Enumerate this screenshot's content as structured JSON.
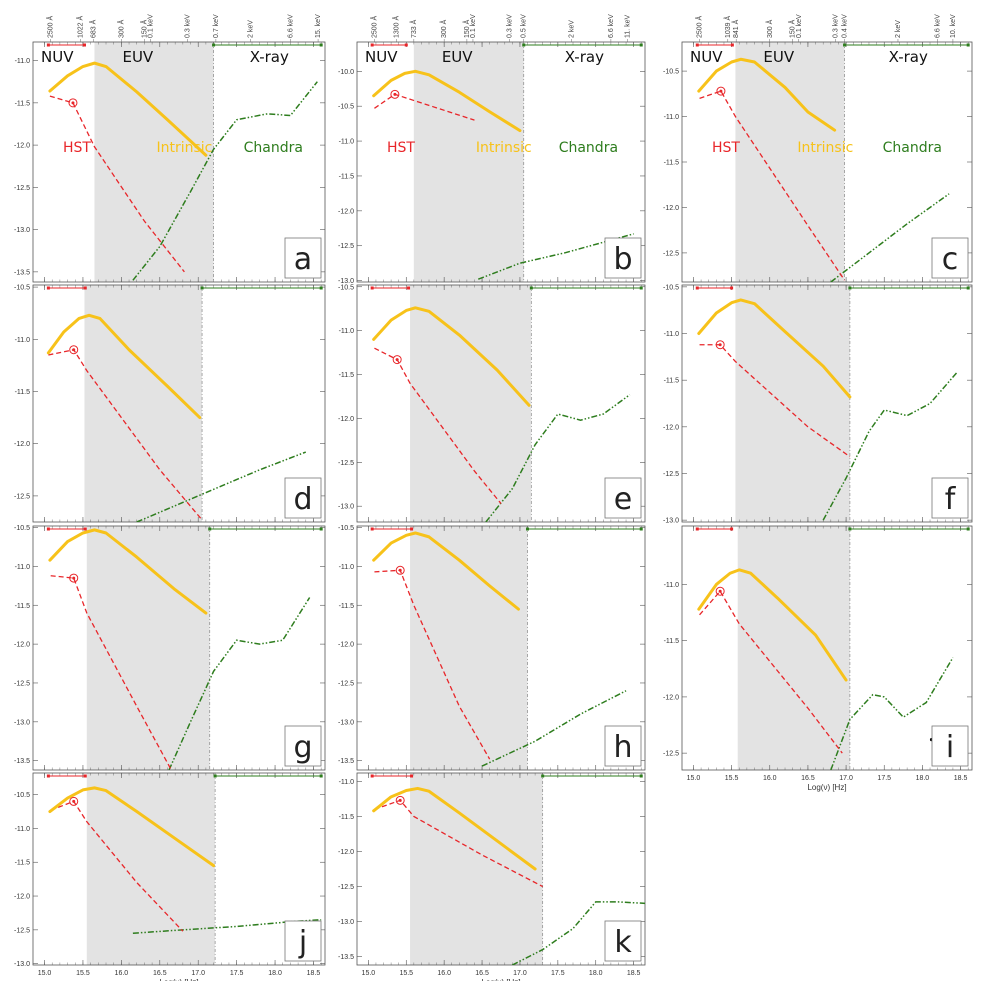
{
  "colors": {
    "hst": "#e8262a",
    "intrinsic": "#f7c21a",
    "chandra": "#2e7d1e",
    "euv_band": "#e3e3e3",
    "axis": "#555555"
  },
  "region_labels": {
    "nuv": "NUV",
    "euv": "EUV",
    "xray": "X-ray"
  },
  "series_labels": {
    "hst": "HST",
    "intrinsic": "Intrinsic",
    "chandra": "Chandra"
  },
  "xlabel": "Log(ν)  [Hz]",
  "chart_data": [
    {
      "type": "line",
      "panel": "a",
      "xlim": [
        14.85,
        18.65
      ],
      "ylim": [
        -13.62,
        -10.78
      ],
      "yticks": [
        -11.0,
        -11.5,
        -12.0,
        -12.5,
        -13.0,
        -13.5
      ],
      "euv_band": [
        15.65,
        17.2
      ],
      "top_labels": [
        "2500 Å",
        "1022 Å",
        "683 Å",
        "300 Å",
        "150 Å",
        "0.1 keV",
        "0.3 keV",
        "0.7 keV",
        "2 keV",
        "6.6 keV",
        "15. keV"
      ],
      "top_label_x": [
        15.08,
        15.47,
        15.64,
        16.0,
        16.3,
        16.38,
        16.86,
        17.23,
        17.68,
        18.2,
        18.56
      ],
      "hst": {
        "x": [
          15.07,
          15.37,
          15.65,
          16.3,
          16.82
        ],
        "y": [
          -11.42,
          -11.5,
          -12.02,
          -12.9,
          -13.5
        ],
        "marker_x": 15.37,
        "marker_y": -11.5
      },
      "intrinsic": {
        "x": [
          15.07,
          15.3,
          15.5,
          15.65,
          15.8,
          16.2,
          16.6,
          17.1
        ],
        "y": [
          -11.36,
          -11.18,
          -11.07,
          -11.03,
          -11.07,
          -11.37,
          -11.7,
          -12.12
        ]
      },
      "chandra": {
        "x": [
          16.15,
          16.5,
          16.9,
          17.2,
          17.5,
          17.9,
          18.2,
          18.55
        ],
        "y": [
          -13.6,
          -13.2,
          -12.55,
          -12.05,
          -11.7,
          -11.63,
          -11.65,
          -11.25
        ]
      },
      "stars": []
    },
    {
      "type": "line",
      "panel": "b",
      "xlim": [
        14.85,
        18.65
      ],
      "ylim": [
        -13.02,
        -9.58
      ],
      "yticks": [
        -10.0,
        -10.5,
        -11.0,
        -11.5,
        -12.0,
        -12.5,
        -13.0
      ],
      "euv_band": [
        15.6,
        17.05
      ],
      "top_labels": [
        "2500 Å",
        "1300 Å",
        "733 Å",
        "300 Å",
        "150 Å",
        "0.1 keV",
        "0.3 keV",
        "0.5 keV",
        "2 keV",
        "6.6 keV",
        "11. keV"
      ],
      "top_label_x": [
        15.08,
        15.37,
        15.6,
        16.0,
        16.3,
        16.38,
        16.86,
        17.05,
        17.68,
        18.2,
        18.42
      ],
      "hst": {
        "x": [
          15.08,
          15.35,
          16.4
        ],
        "y": [
          -10.53,
          -10.33,
          -10.7
        ],
        "marker_x": 15.35,
        "marker_y": -10.33
      },
      "intrinsic": {
        "x": [
          15.07,
          15.3,
          15.48,
          15.62,
          15.8,
          16.2,
          16.6,
          17.0
        ],
        "y": [
          -10.35,
          -10.13,
          -10.03,
          -10.0,
          -10.05,
          -10.3,
          -10.58,
          -10.85
        ]
      },
      "chandra": {
        "x": [
          16.45,
          17.0,
          17.6,
          18.5
        ],
        "y": [
          -12.98,
          -12.75,
          -12.6,
          -12.33
        ]
      },
      "stars": []
    },
    {
      "type": "line",
      "panel": "c",
      "xlim": [
        14.85,
        18.65
      ],
      "ylim": [
        -12.82,
        -10.18
      ],
      "yticks": [
        -10.5,
        -11.0,
        -11.5,
        -12.0,
        -12.5
      ],
      "euv_band": [
        15.55,
        16.98
      ],
      "top_labels": [
        "2500 Å",
        "1039 Å",
        "841 Å",
        "300 Å",
        "150 Å",
        "0.1 keV",
        "0.3 keV",
        "0.4 keV",
        "2 keV",
        "6.6 keV",
        "10. keV"
      ],
      "top_label_x": [
        15.08,
        15.45,
        15.56,
        16.0,
        16.3,
        16.38,
        16.86,
        16.98,
        17.68,
        18.2,
        18.4
      ],
      "hst": {
        "x": [
          15.08,
          15.36,
          15.55,
          16.5,
          16.98
        ],
        "y": [
          -10.8,
          -10.72,
          -11.0,
          -12.2,
          -12.8
        ],
        "marker_x": 15.36,
        "marker_y": -10.72
      },
      "intrinsic": {
        "x": [
          15.07,
          15.3,
          15.5,
          15.62,
          15.8,
          16.2,
          16.5,
          16.85
        ],
        "y": [
          -10.72,
          -10.5,
          -10.4,
          -10.37,
          -10.4,
          -10.68,
          -10.95,
          -11.15
        ]
      },
      "chandra": {
        "x": [
          16.8,
          17.3,
          17.8,
          18.35
        ],
        "y": [
          -12.82,
          -12.5,
          -12.18,
          -11.85
        ]
      },
      "stars": []
    },
    {
      "type": "line",
      "panel": "d",
      "xlim": [
        14.85,
        18.65
      ],
      "ylim": [
        -12.75,
        -10.48
      ],
      "yticks": [
        -10.5,
        -11.0,
        -11.5,
        -12.0,
        -12.5
      ],
      "euv_band": [
        15.52,
        17.05
      ],
      "hst": {
        "x": [
          15.05,
          15.38,
          15.55,
          16.5,
          17.05
        ],
        "y": [
          -11.15,
          -11.1,
          -11.3,
          -12.25,
          -12.73
        ],
        "marker_x": 15.38,
        "marker_y": -11.1
      },
      "intrinsic": {
        "x": [
          15.05,
          15.25,
          15.45,
          15.58,
          15.72,
          16.1,
          16.6,
          17.02
        ],
        "y": [
          -11.13,
          -10.93,
          -10.8,
          -10.77,
          -10.8,
          -11.1,
          -11.45,
          -11.75
        ]
      },
      "chandra": {
        "x": [
          16.2,
          17.0,
          17.8,
          18.4
        ],
        "y": [
          -12.75,
          -12.5,
          -12.25,
          -12.08
        ]
      },
      "stars": []
    },
    {
      "type": "line",
      "panel": "e",
      "xlim": [
        14.85,
        18.65
      ],
      "ylim": [
        -13.18,
        -10.48
      ],
      "yticks": [
        -10.5,
        -11.0,
        -11.5,
        -12.0,
        -12.5,
        -13.0
      ],
      "euv_band": [
        15.55,
        17.15
      ],
      "hst": {
        "x": [
          15.08,
          15.38,
          15.55,
          16.4,
          16.75
        ],
        "y": [
          -11.2,
          -11.33,
          -11.6,
          -12.6,
          -12.97
        ],
        "marker_x": 15.38,
        "marker_y": -11.33
      },
      "intrinsic": {
        "x": [
          15.07,
          15.3,
          15.5,
          15.62,
          15.8,
          16.2,
          16.7,
          17.12
        ],
        "y": [
          -11.1,
          -10.88,
          -10.77,
          -10.74,
          -10.78,
          -11.05,
          -11.45,
          -11.85
        ]
      },
      "chandra": {
        "x": [
          16.55,
          16.9,
          17.2,
          17.5,
          17.8,
          18.1,
          18.45
        ],
        "y": [
          -13.18,
          -12.8,
          -12.3,
          -11.95,
          -12.02,
          -11.95,
          -11.73
        ]
      },
      "stars": []
    },
    {
      "type": "line",
      "panel": "f",
      "xlim": [
        14.85,
        18.65
      ],
      "ylim": [
        -13.02,
        -10.48
      ],
      "yticks": [
        -10.5,
        -11.0,
        -11.5,
        -12.0,
        -12.5,
        -13.0
      ],
      "euv_band": [
        15.55,
        17.05
      ],
      "hst": {
        "x": [
          15.08,
          15.35,
          15.55,
          16.5,
          17.05
        ],
        "y": [
          -11.12,
          -11.12,
          -11.3,
          -12.0,
          -12.32
        ],
        "marker_x": 15.35,
        "marker_y": -11.12
      },
      "intrinsic": {
        "x": [
          15.07,
          15.3,
          15.5,
          15.62,
          15.8,
          16.2,
          16.7,
          17.05
        ],
        "y": [
          -11.0,
          -10.78,
          -10.67,
          -10.64,
          -10.68,
          -10.98,
          -11.35,
          -11.68
        ]
      },
      "chandra": {
        "x": [
          16.7,
          17.0,
          17.3,
          17.5,
          17.8,
          18.1,
          18.45
        ],
        "y": [
          -13.0,
          -12.55,
          -12.05,
          -11.82,
          -11.88,
          -11.75,
          -11.42
        ]
      },
      "stars": []
    },
    {
      "type": "line",
      "panel": "g",
      "xlim": [
        14.85,
        18.65
      ],
      "ylim": [
        -13.62,
        -10.48
      ],
      "yticks": [
        -10.5,
        -11.0,
        -11.5,
        -12.0,
        -12.5,
        -13.0,
        -13.5
      ],
      "euv_band": [
        15.55,
        17.15
      ],
      "hst": {
        "x": [
          15.08,
          15.38,
          15.55,
          16.2,
          16.65
        ],
        "y": [
          -11.12,
          -11.15,
          -11.6,
          -12.8,
          -13.62
        ],
        "marker_x": 15.38,
        "marker_y": -11.15
      },
      "intrinsic": {
        "x": [
          15.07,
          15.3,
          15.5,
          15.65,
          15.8,
          16.2,
          16.7,
          17.1
        ],
        "y": [
          -10.92,
          -10.68,
          -10.57,
          -10.53,
          -10.57,
          -10.88,
          -11.3,
          -11.6
        ]
      },
      "chandra": {
        "x": [
          16.62,
          16.9,
          17.2,
          17.5,
          17.8,
          18.1,
          18.45
        ],
        "y": [
          -13.62,
          -13.0,
          -12.35,
          -11.95,
          -12.0,
          -11.95,
          -11.4
        ]
      },
      "stars": []
    },
    {
      "type": "line",
      "panel": "h",
      "xlim": [
        14.85,
        18.65
      ],
      "ylim": [
        -13.62,
        -10.48
      ],
      "yticks": [
        -10.5,
        -11.0,
        -11.5,
        -12.0,
        -12.5,
        -13.0,
        -13.5
      ],
      "euv_band": [
        15.55,
        17.1
      ],
      "hst": {
        "x": [
          15.08,
          15.42,
          15.6,
          16.2,
          16.6
        ],
        "y": [
          -11.07,
          -11.05,
          -11.5,
          -12.8,
          -13.48
        ],
        "marker_x": 15.42,
        "marker_y": -11.05
      },
      "intrinsic": {
        "x": [
          15.07,
          15.3,
          15.5,
          15.62,
          15.8,
          16.2,
          16.6,
          16.98
        ],
        "y": [
          -10.92,
          -10.7,
          -10.6,
          -10.57,
          -10.62,
          -10.92,
          -11.25,
          -11.55
        ]
      },
      "chandra": {
        "x": [
          16.5,
          17.2,
          17.8,
          18.4
        ],
        "y": [
          -13.57,
          -13.25,
          -12.9,
          -12.6
        ]
      },
      "stars": []
    },
    {
      "type": "line",
      "panel": "i",
      "xlim": [
        14.85,
        18.65
      ],
      "ylim": [
        -12.65,
        -10.48
      ],
      "yticks": [
        -11.0,
        -11.5,
        -12.0,
        -12.5
      ],
      "euv_band": [
        15.58,
        17.05
      ],
      "hst": {
        "x": [
          15.08,
          15.35,
          15.6,
          16.5,
          16.95
        ],
        "y": [
          -11.27,
          -11.06,
          -11.35,
          -12.1,
          -12.5
        ],
        "marker_x": 15.35,
        "marker_y": -11.06
      },
      "intrinsic": {
        "x": [
          15.07,
          15.3,
          15.48,
          15.6,
          15.75,
          16.1,
          16.6,
          17.0
        ],
        "y": [
          -11.22,
          -11.0,
          -10.9,
          -10.87,
          -10.9,
          -11.12,
          -11.45,
          -11.85
        ]
      },
      "chandra": {
        "x": [
          16.8,
          17.05,
          17.35,
          17.5,
          17.75,
          18.05,
          18.4
        ],
        "y": [
          -12.65,
          -12.2,
          -11.98,
          -12.0,
          -12.18,
          -12.05,
          -11.65
        ]
      },
      "stars": [
        {
          "x": 18.12,
          "y": -12.38
        }
      ]
    },
    {
      "type": "line",
      "panel": "j",
      "xlim": [
        14.85,
        18.65
      ],
      "ylim": [
        -13.02,
        -10.18
      ],
      "yticks": [
        -10.5,
        -11.0,
        -11.5,
        -12.0,
        -12.5,
        -13.0
      ],
      "euv_band": [
        15.55,
        17.22
      ],
      "hst": {
        "x": [
          15.08,
          15.38,
          15.55,
          16.2,
          16.8
        ],
        "y": [
          -10.73,
          -10.6,
          -10.9,
          -11.8,
          -12.52
        ],
        "marker_x": 15.38,
        "marker_y": -10.6
      },
      "intrinsic": {
        "x": [
          15.07,
          15.3,
          15.5,
          15.65,
          15.8,
          16.2,
          16.7,
          17.2
        ],
        "y": [
          -10.75,
          -10.55,
          -10.43,
          -10.4,
          -10.44,
          -10.75,
          -11.15,
          -11.55
        ]
      },
      "chandra": {
        "x": [
          16.15,
          16.8,
          17.5,
          18.2,
          18.6
        ],
        "y": [
          -12.55,
          -12.5,
          -12.45,
          -12.38,
          -12.35
        ]
      },
      "stars": [
        {
          "x": 18.18,
          "y": -12.4
        }
      ]
    },
    {
      "type": "line",
      "panel": "k",
      "xlim": [
        14.85,
        18.65
      ],
      "ylim": [
        -13.62,
        -10.88
      ],
      "yticks": [
        -11.0,
        -11.5,
        -12.0,
        -12.5,
        -13.0,
        -13.5
      ],
      "euv_band": [
        15.55,
        17.3
      ],
      "hst": {
        "x": [
          15.08,
          15.42,
          15.6,
          16.5,
          17.3
        ],
        "y": [
          -11.4,
          -11.27,
          -11.5,
          -12.05,
          -12.5
        ],
        "marker_x": 15.42,
        "marker_y": -11.27
      },
      "intrinsic": {
        "x": [
          15.07,
          15.3,
          15.5,
          15.65,
          15.8,
          16.2,
          16.7,
          17.2
        ],
        "y": [
          -11.42,
          -11.22,
          -11.13,
          -11.1,
          -11.14,
          -11.45,
          -11.85,
          -12.25
        ]
      },
      "chandra": {
        "x": [
          16.9,
          17.3,
          17.7,
          18.0,
          18.3,
          18.65
        ],
        "y": [
          -13.62,
          -13.4,
          -13.1,
          -12.72,
          -12.72,
          -12.74
        ]
      },
      "stars": []
    }
  ]
}
